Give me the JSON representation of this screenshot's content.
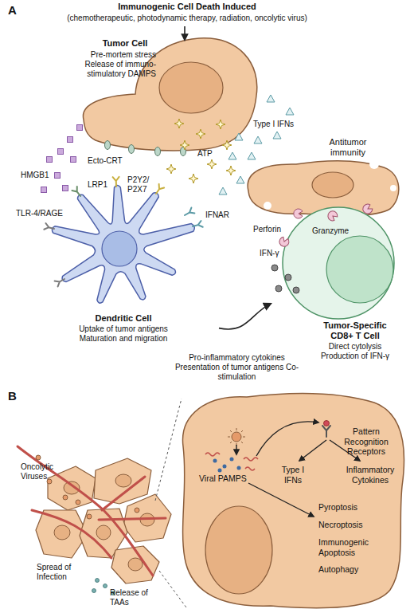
{
  "diagram": {
    "nodes": [
      {
        "text": [
          "Tumor Cell",
          "Pre-mortem stress Release of immuno- stimulatory DAMPS"
        ]
      },
      {
        "text": [
          "Dendritic Cell",
          "Uptake of tumor antigens Maturation and migration"
        ]
      },
      {
        "text": [
          "Antitumor immunity"
        ]
      },
      {
        "text": [
          "Tumor-Specific CD8+ T Cell",
          "Direct cytolysis Production of IFN-γ"
        ]
      },
      {
        "text": [
          "Viral PAMPS",
          "Pattern Recognition Receptors",
          "Type I IFNs",
          "Inflammatory Cytokines",
          "Pyroptosis",
          "Necroptosis",
          "Immunogenic Apoptosis",
          "Autophagy"
        ]
      }
    ],
    "edges": [
      {
        "from": 1,
        "to": 3,
        "arrow": "to",
        "label": "Pro-inflammatory cytokines Presentation of tumor antigens Co-stimulation"
      }
    ],
    "labels": [
      "A",
      "Immunogenic Cell Death Induced",
      "(chemotherapeutic, photodynamic therapy, radiation, oncolytic virus)",
      "HMGB1",
      "Ecto-CRT",
      "ATP",
      "Type I IFNs",
      "LRP1",
      "P2Y2/ P2X7",
      "IFNAR",
      "TLR-4/RAGE",
      "Perforin",
      "IFN-γ",
      "Granzyme",
      "B",
      "Oncolytic Viruses",
      "Spread of Infection",
      "Release of TAAs"
    ]
  }
}
